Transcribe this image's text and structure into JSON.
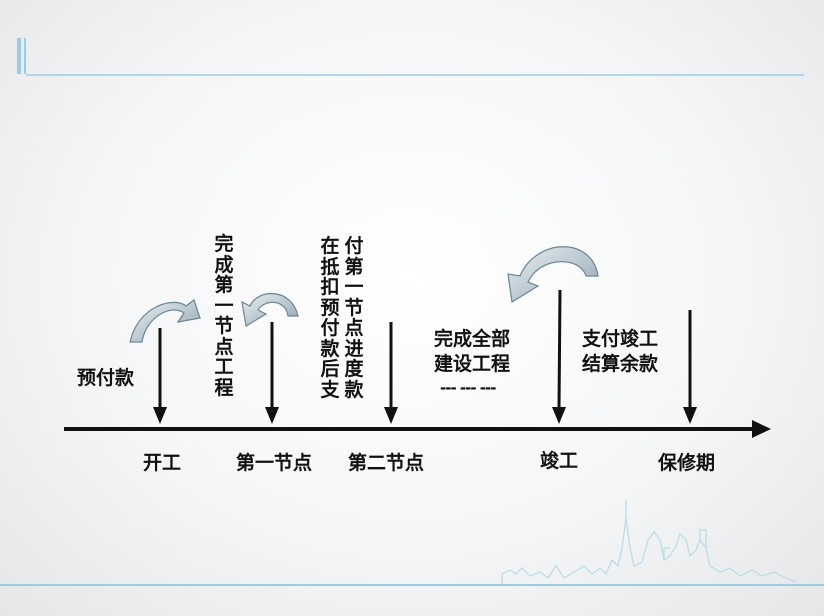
{
  "milestones": {
    "start": "开工",
    "node1": "第一节点",
    "node2": "第二节点",
    "completion": "竣工",
    "warranty": "保修期"
  },
  "payments": {
    "advance": "预付款",
    "node1_done": "完成第一节点工程",
    "node2_col_a": "在抵扣预付款后支",
    "node2_col_b": "付第一节点进度款",
    "all_done_line1": "完成全部",
    "all_done_line2": "建设工程",
    "ellipsis": "--- --- ---",
    "final_line1": "支付竣工",
    "final_line2": "结算余款"
  },
  "colors": {
    "frame_blue": "#9dcbe6",
    "arrow_fill": "#a4b6c2",
    "axis": "#111111"
  }
}
